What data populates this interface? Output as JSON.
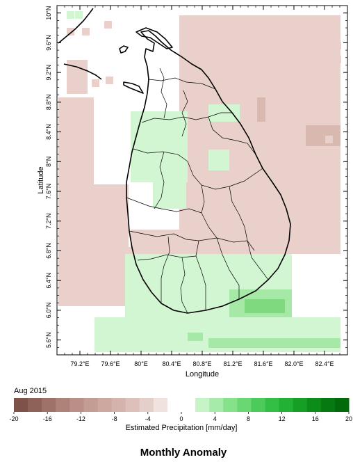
{
  "map": {
    "x_axis_title": "Longitude",
    "y_axis_title": "Latitude",
    "lon_ticks": [
      "79.2°E",
      "79.6°E",
      "80°E",
      "80.4°E",
      "80.8°E",
      "81.2°E",
      "81.6°E",
      "82.0°E",
      "82.4°E"
    ],
    "lat_ticks": [
      "10°N",
      "9.6°N",
      "9.2°N",
      "8.8°N",
      "8.4°N",
      "8°N",
      "7.6°N",
      "7.2°N",
      "6.8°N",
      "6.4°N",
      "6.0°N",
      "5.6°N"
    ],
    "lon_range": [
      78.9,
      82.7
    ],
    "lat_range": [
      5.4,
      10.1
    ],
    "colors": {
      "dry_light": "#e9d0ca",
      "dry_mid": "#d9b8b0",
      "wet_light": "#d2f5d2",
      "wet_mid": "#a6e8a6",
      "wet_strong": "#7fd97f"
    }
  },
  "date_label": "Aug 2015",
  "colorbar": {
    "title": "Estimated Precipitation [mm/day]",
    "ticks": [
      "-20",
      "-16",
      "-12",
      "-8",
      "-4",
      "0",
      "4",
      "8",
      "12",
      "16",
      "20"
    ],
    "colors": [
      "#7d5249",
      "#8f6259",
      "#9f7269",
      "#ad8279",
      "#b98f87",
      "#c39c94",
      "#cca8a0",
      "#d4b3ac",
      "#dcc0b9",
      "#e5cfca",
      "#f0e2de",
      "#ffffff",
      "#ffffff",
      "#c7f4c7",
      "#a6ebaa",
      "#86e18b",
      "#6ad774",
      "#4ccb5c",
      "#33bf45",
      "#22b133",
      "#159f24",
      "#0c8c18",
      "#067a10",
      "#026a0b"
    ]
  },
  "caption": "Monthly Anomaly"
}
